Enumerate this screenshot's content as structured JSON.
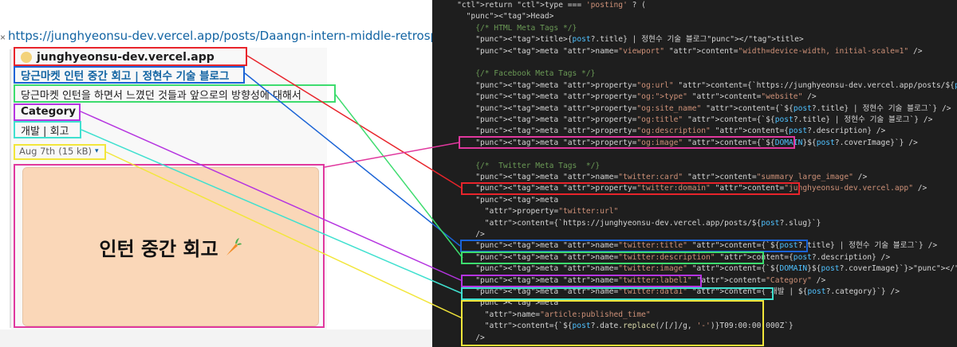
{
  "slack_unfurl": {
    "url": "https://junghyeonsu-dev.vercel.app/posts/Daangn-intern-middle-retrospect",
    "close_glyph": "×",
    "site_name": "junghyeonsu-dev.vercel.app",
    "title": "당근마켓 인턴 중간 회고 | 정현수 기술 블로그",
    "description": "당근마켓 인턴을 하면서 느꼈던 것들과 앞으로의 방향성에 대해서",
    "field_label": "Category",
    "field_value": "개발 | 회고",
    "date": "Aug 7th",
    "size": "(15 kB)",
    "caret": "▾",
    "image_text": "인턴 중간 회고"
  },
  "code_lines": [
    "    return type === 'posting' ? (",
    "      <Head>",
    "        {/* HTML Meta Tags */}",
    "        <title>{post?.title} | 정현수 기술 블로그</title>",
    "        <meta name=\"viewport\" content=\"width=device-width, initial-scale=1\" />",
    "",
    "        {/* Facebook Meta Tags */}",
    "        <meta property=\"og:url\" content={`https://junghyeonsu-dev.vercel.app/posts/${post?.slug}`} />",
    "        <meta property=\"og:type\" content=\"website\" />",
    "        <meta property=\"og:site_name\" content={`${post?.title} | 정현수 기술 블로그`} />",
    "        <meta property=\"og:title\" content={`${post?.title} | 정현수 기술 블로그`} />",
    "        <meta property=\"og:description\" content={post?.description} />",
    "        <meta property=\"og:image\" content={`${DOMAIN}${post?.coverImage}`} />",
    "",
    "        {/*  Twitter Meta Tags  */}",
    "        <meta name=\"twitter:card\" content=\"summary_large_image\" />",
    "        <meta property=\"twitter:domain\" content=\"junghyeonsu-dev.vercel.app\" />",
    "        <meta",
    "          property=\"twitter:url\"",
    "          content={`https://junghyeonsu-dev.vercel.app/posts/${post?.slug}`}",
    "        />",
    "        <meta name=\"twitter:title\" content={`${post?.title} | 정현수 기술 블로그`} />",
    "        <meta name=\"twitter:description\" content={post?.description} />",
    "        <meta name=\"twitter:image\" content={`${DOMAIN}${post?.coverImage}`}></meta>",
    "        <meta name=\"twitter:label1\" content=\"Category\" />",
    "        <meta name=\"twitter:data1\" content={`개발 | ${post?.category}`} />",
    "        <meta",
    "          name=\"article:published_time\"",
    "          content={`${post?.date.replace(/[/]/g, '-')}T09:00:00.000Z`}",
    "        />"
  ],
  "colors": {
    "red": "#e8242b",
    "blue": "#1a63d6",
    "green": "#3ddc6e",
    "purple": "#b534e0",
    "cyan": "#3fe0cf",
    "yellow": "#f2e63a",
    "magenta": "#e0389e"
  }
}
